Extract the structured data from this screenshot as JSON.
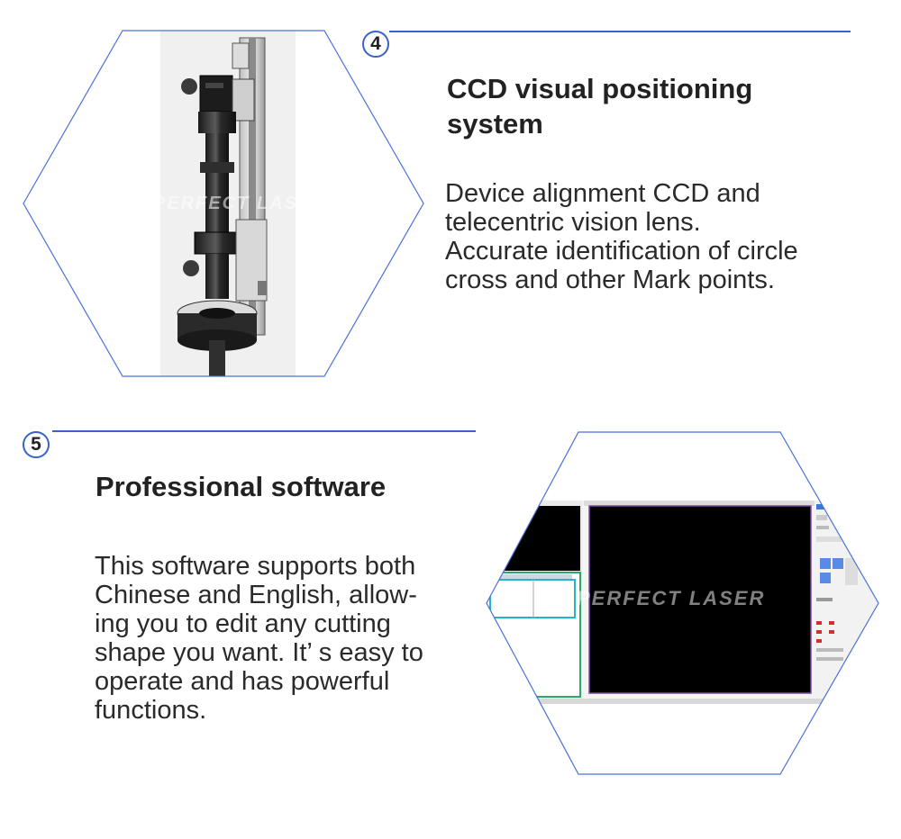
{
  "section4": {
    "number": "4",
    "title_lines": [
      "CCD visual positioning",
      "system"
    ],
    "body_lines": [
      "Device alignment CCD and",
      "telecentric vision lens.",
      "Accurate identification of circle",
      "cross and other Mark points."
    ],
    "watermark": "PERFECT LASER"
  },
  "section5": {
    "number": "5",
    "title": "Professional software",
    "body_lines": [
      "This software supports both",
      "Chinese and English, allow-",
      "ing you to edit any cutting",
      "shape you want. It’ s easy to",
      "operate and has powerful",
      "functions."
    ],
    "watermark": "PERFECT LASER"
  },
  "colors": {
    "accent": "#3a63c8",
    "text": "#222222",
    "screen": "#000000"
  }
}
